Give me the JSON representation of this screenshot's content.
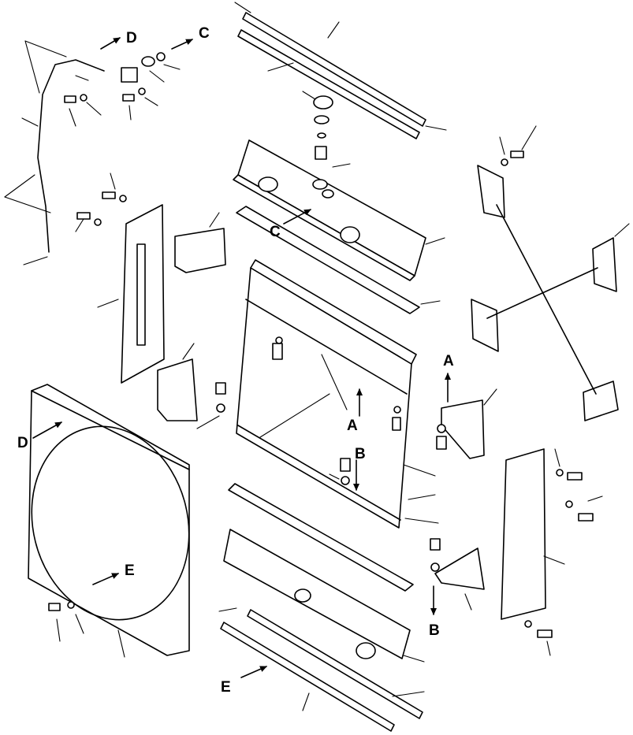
{
  "callouts": {
    "A": "A",
    "B": "B",
    "C": "C",
    "D": "D",
    "E": "E"
  }
}
